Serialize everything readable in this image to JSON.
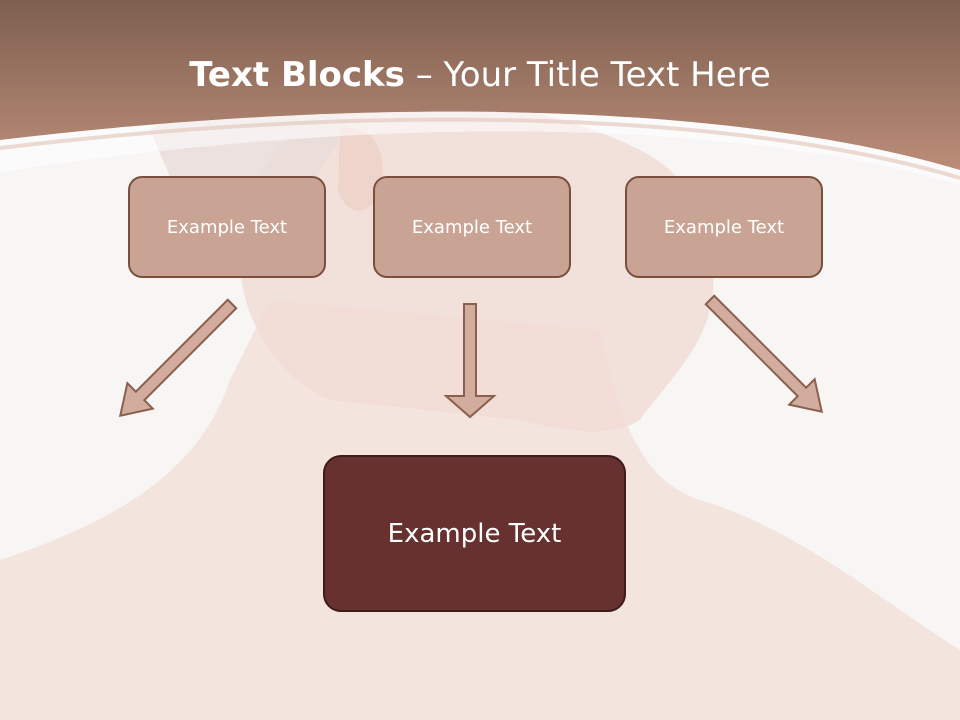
{
  "title": {
    "bold": "Text Blocks",
    "separator": " – ",
    "rest": "Your Title Text Here"
  },
  "blocks": {
    "top": [
      {
        "label": "Example Text"
      },
      {
        "label": "Example Text"
      },
      {
        "label": "Example Text"
      }
    ],
    "bottom": {
      "label": "Example Text"
    }
  },
  "colors": {
    "header": "#a87965",
    "top_box_fill": "#c9a494",
    "top_box_border": "#7a4f3e",
    "bottom_box_fill": "#673130",
    "arrow_fill": "#d2ad9d",
    "arrow_stroke": "#8a5f4e"
  }
}
